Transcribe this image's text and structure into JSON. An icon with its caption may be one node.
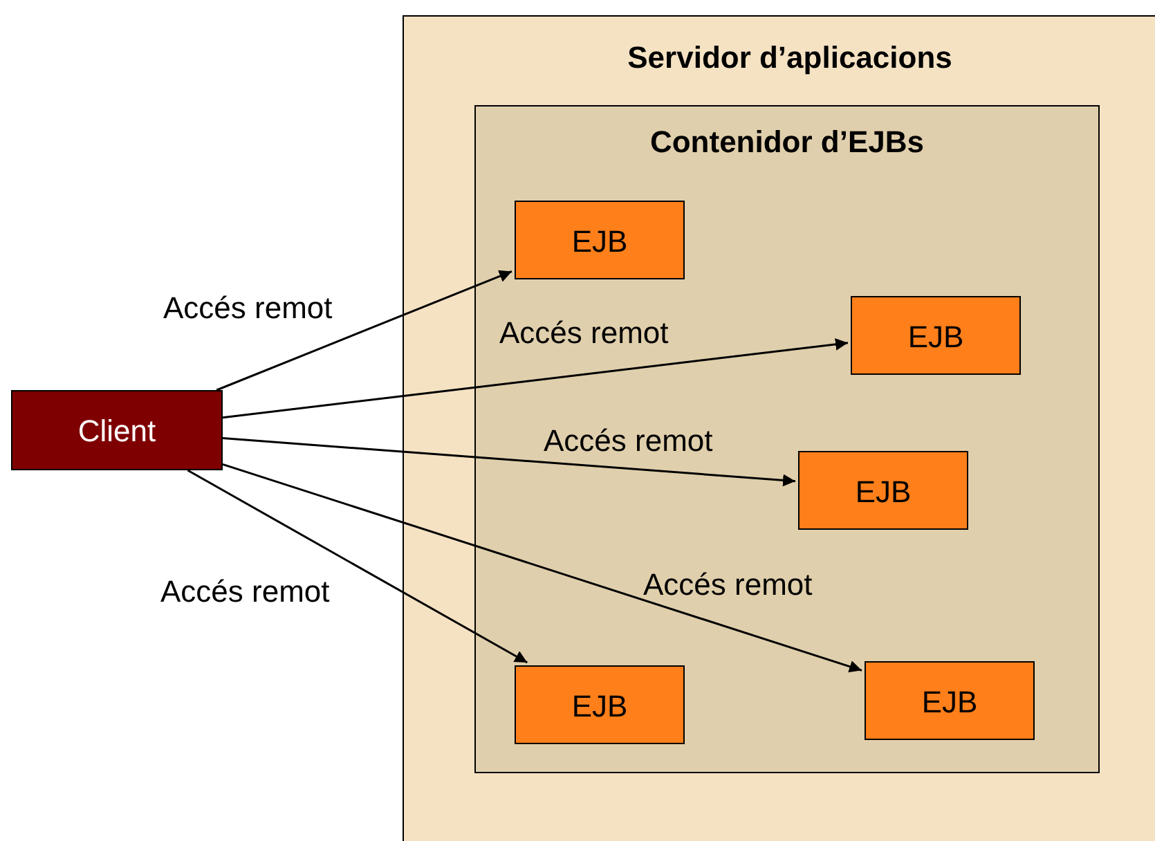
{
  "diagram": {
    "nodes": [
      {
        "text": [
          "Client"
        ]
      },
      {
        "text": [
          "Servidor d’aplicacions"
        ]
      },
      {
        "text": [
          "Contenidor d’EJBs"
        ],
        "in": 1
      },
      {
        "text": [
          "EJB"
        ],
        "in": 2
      },
      {
        "text": [
          "EJB"
        ],
        "in": 2
      },
      {
        "text": [
          "EJB"
        ],
        "in": 2
      },
      {
        "text": [
          "EJB"
        ],
        "in": 2
      },
      {
        "text": [
          "EJB"
        ],
        "in": 2
      }
    ],
    "edges": [
      {
        "from": 0,
        "to": 3,
        "arrow": "to",
        "label": "Accés remot"
      },
      {
        "from": 0,
        "to": 4,
        "arrow": "to",
        "label": "Accés remot"
      },
      {
        "from": 0,
        "to": 5,
        "arrow": "to",
        "label": "Accés remot"
      },
      {
        "from": 0,
        "to": 6,
        "arrow": "to",
        "label": "Accés remot"
      },
      {
        "from": 0,
        "to": 7,
        "arrow": "to",
        "label": "Accés remot"
      }
    ]
  }
}
